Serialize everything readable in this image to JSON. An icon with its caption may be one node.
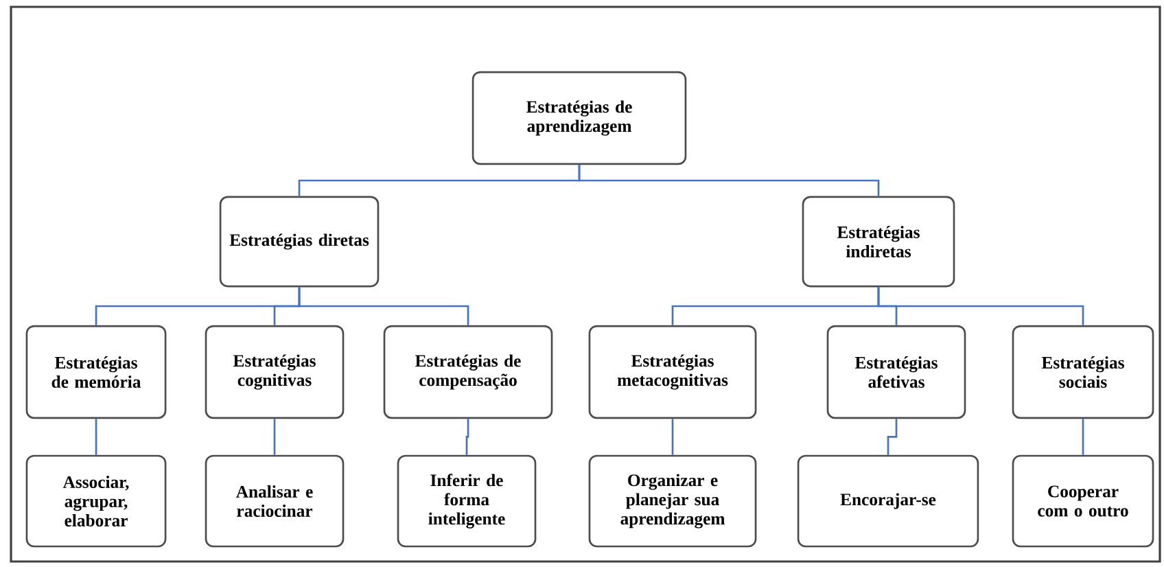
{
  "diagram": {
    "nodes": [
      {
        "text": [
          "Estratégias de aprendizagem"
        ]
      },
      {
        "text": [
          "Estratégias diretas"
        ]
      },
      {
        "text": [
          "Estratégias indiretas"
        ]
      },
      {
        "text": [
          "Estratégias de memória"
        ]
      },
      {
        "text": [
          "Estratégias cognitivas"
        ]
      },
      {
        "text": [
          "Estratégias de compensação"
        ]
      },
      {
        "text": [
          "Estratégias metacognitivas"
        ]
      },
      {
        "text": [
          "Estratégias afetivas"
        ]
      },
      {
        "text": [
          "Estratégias sociais"
        ]
      },
      {
        "text": [
          "Associar, agrupar, elaborar"
        ]
      },
      {
        "text": [
          "Analisar e raciocinar"
        ]
      },
      {
        "text": [
          "Inferir de forma inteligente"
        ]
      },
      {
        "text": [
          "Organizar e planejar sua aprendizagem"
        ]
      },
      {
        "text": [
          "Encorajar-se"
        ]
      },
      {
        "text": [
          "Cooperar com o outro"
        ]
      }
    ],
    "edges": [
      {
        "from": 0,
        "to": 1,
        "arrow": "none"
      },
      {
        "from": 0,
        "to": 2,
        "arrow": "none"
      },
      {
        "from": 1,
        "to": 3,
        "arrow": "none"
      },
      {
        "from": 1,
        "to": 4,
        "arrow": "none"
      },
      {
        "from": 1,
        "to": 5,
        "arrow": "none"
      },
      {
        "from": 2,
        "to": 6,
        "arrow": "none"
      },
      {
        "from": 2,
        "to": 7,
        "arrow": "none"
      },
      {
        "from": 2,
        "to": 8,
        "arrow": "none"
      },
      {
        "from": 3,
        "to": 9,
        "arrow": "none"
      },
      {
        "from": 4,
        "to": 10,
        "arrow": "none"
      },
      {
        "from": 5,
        "to": 11,
        "arrow": "none"
      },
      {
        "from": 6,
        "to": 12,
        "arrow": "none"
      },
      {
        "from": 7,
        "to": 13,
        "arrow": "none"
      },
      {
        "from": 8,
        "to": 14,
        "arrow": "none"
      }
    ]
  }
}
